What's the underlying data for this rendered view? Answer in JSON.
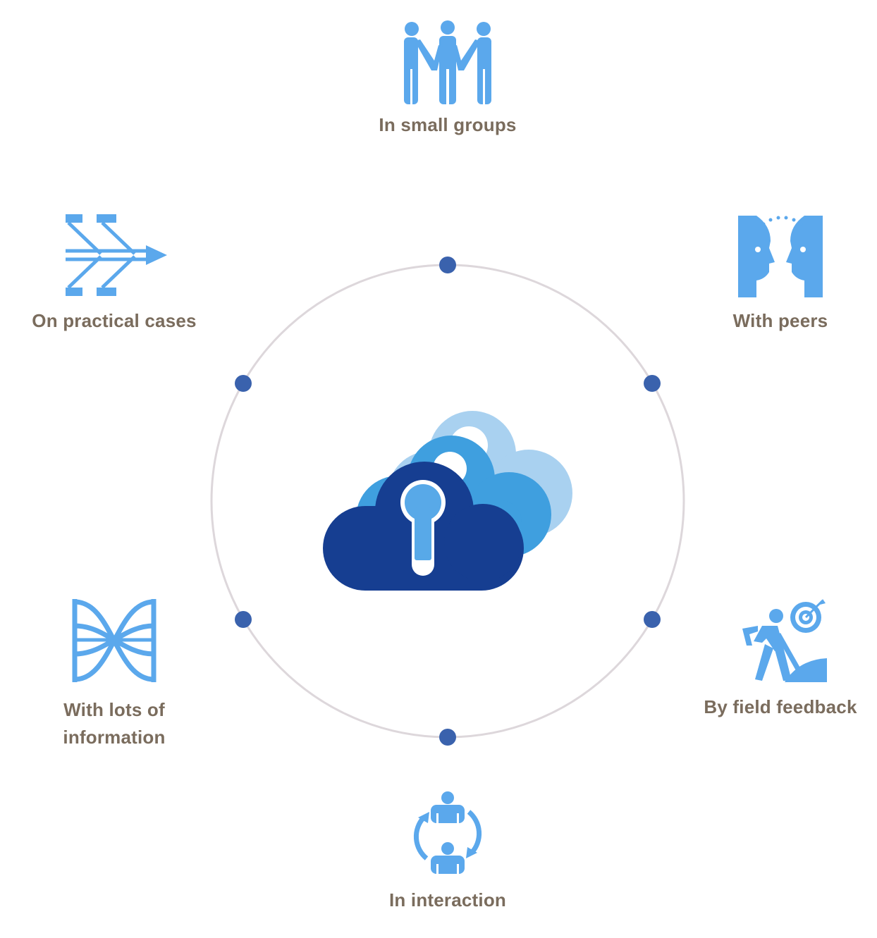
{
  "colors": {
    "icon": "#5ba8ec",
    "label": "#7a6c5d",
    "ring": "#ddd7db",
    "dot": "#3a62ad",
    "logo_dark": "#163e91",
    "logo_mid": "#3f9fdf",
    "logo_light": "#a9d1f0"
  },
  "center": {
    "icon": "cloud-keyhole-logo"
  },
  "nodes": [
    {
      "id": "small-groups",
      "icon": "group-holding-hands-icon",
      "lines": [
        "In small groups"
      ]
    },
    {
      "id": "peers",
      "icon": "two-faces-icon",
      "lines": [
        "With peers"
      ]
    },
    {
      "id": "field-feedback",
      "icon": "worker-shovel-target-icon",
      "lines": [
        "By field feedback"
      ]
    },
    {
      "id": "interaction",
      "icon": "people-cycle-icon",
      "lines": [
        "In interaction"
      ]
    },
    {
      "id": "information",
      "icon": "crossing-streams-icon",
      "lines": [
        "With lots of",
        "information"
      ]
    },
    {
      "id": "practical-cases",
      "icon": "converging-arrows-icon",
      "lines": [
        "On practical cases"
      ]
    }
  ]
}
